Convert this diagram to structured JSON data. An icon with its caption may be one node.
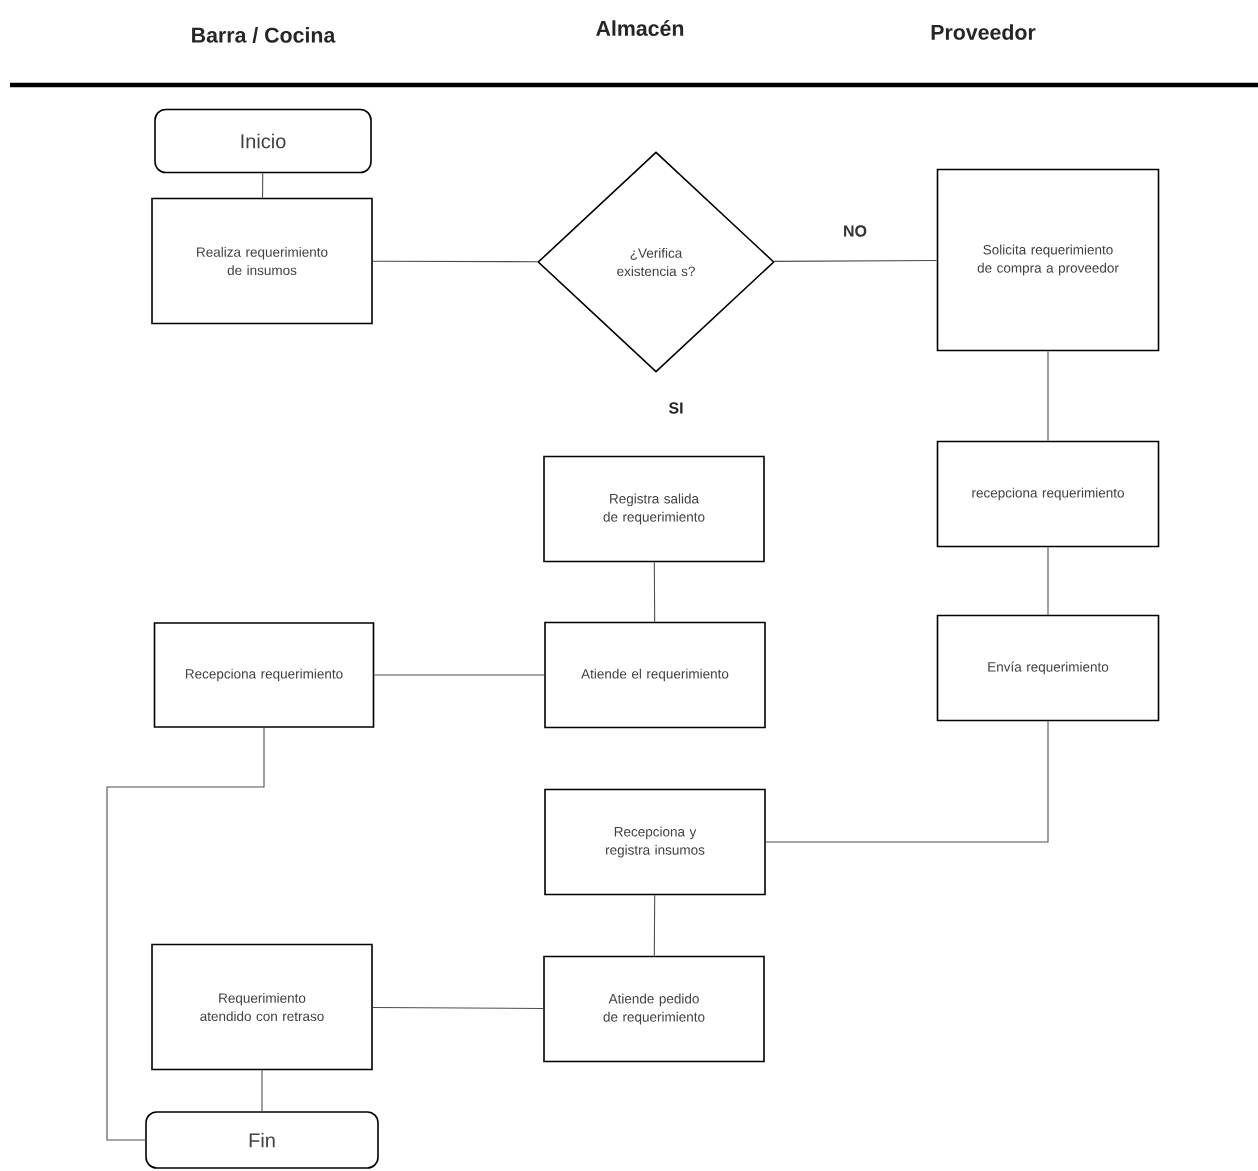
{
  "diagram": {
    "nodes": [
      {
        "text": [
          "Inicio"
        ]
      },
      {
        "text": [
          "Realiza requerimiento de insumos"
        ]
      },
      {
        "text": [
          "¿Verifica existencia s?"
        ]
      },
      {
        "text": [
          "Solicita requerimiento de compra  a proveedor"
        ]
      },
      {
        "text": [
          "recepciona requerimiento"
        ]
      },
      {
        "text": [
          "Envía requerimiento"
        ]
      },
      {
        "text": [
          "Registra salida de requerimiento"
        ]
      },
      {
        "text": [
          "Recepciona requerimiento"
        ]
      },
      {
        "text": [
          "Atiende el requerimiento"
        ]
      },
      {
        "text": [
          "Recepciona y registra insumos"
        ]
      },
      {
        "text": [
          "Requerimiento atendido con retraso"
        ]
      },
      {
        "text": [
          "Atiende pedido de requerimiento"
        ]
      },
      {
        "text": [
          "Fin"
        ]
      }
    ],
    "edges": [
      {
        "from": 0,
        "to": 1,
        "arrow": "none"
      },
      {
        "from": 1,
        "to": 2,
        "arrow": "none"
      },
      {
        "from": 2,
        "to": 3,
        "arrow": "none",
        "label": "NO"
      },
      {
        "from": 3,
        "to": 4,
        "arrow": "none"
      },
      {
        "from": 4,
        "to": 5,
        "arrow": "none"
      },
      {
        "from": 6,
        "to": 8,
        "arrow": "none"
      },
      {
        "from": 8,
        "to": 7,
        "arrow": "none"
      },
      {
        "from": 5,
        "to": 9,
        "arrow": "none"
      },
      {
        "from": 9,
        "to": 11,
        "arrow": "none"
      },
      {
        "from": 11,
        "to": 10,
        "arrow": "none"
      },
      {
        "from": 7,
        "to": 12,
        "arrow": "none"
      },
      {
        "from": 10,
        "to": 12,
        "arrow": "none"
      }
    ],
    "labels": [
      "Barra / Cocina",
      "Almacén",
      "Proveedor",
      "SI"
    ]
  }
}
